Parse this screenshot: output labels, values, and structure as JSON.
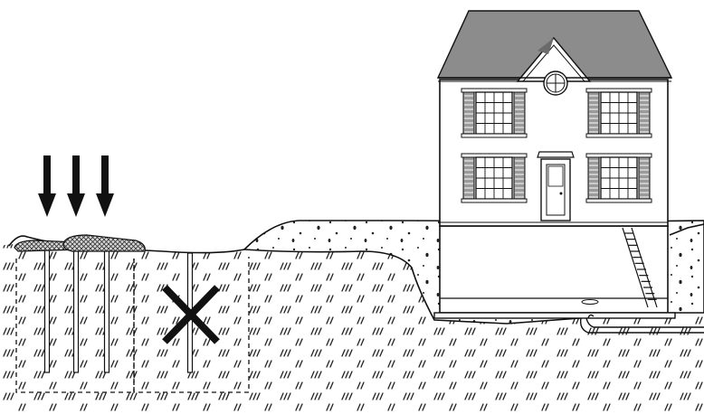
{
  "diagram": {
    "subjects": [
      "house-with-basement",
      "surface-debris-piles",
      "vertical-stakes",
      "fill-soil-zone",
      "native-soil-hatching"
    ],
    "arrows": {
      "count": 3,
      "direction": "down"
    },
    "marks": {
      "cross": "x-mark"
    },
    "house": {
      "stories": 2,
      "front_windows": 4,
      "round_window": 1,
      "has_stairs": true,
      "has_sump_pit": true
    },
    "colors": {
      "line": "#111111",
      "roof": "#8c8c8c",
      "roof_dark": "#6b6b6b",
      "shutter": "#9a9a9a",
      "background": "#ffffff"
    }
  }
}
